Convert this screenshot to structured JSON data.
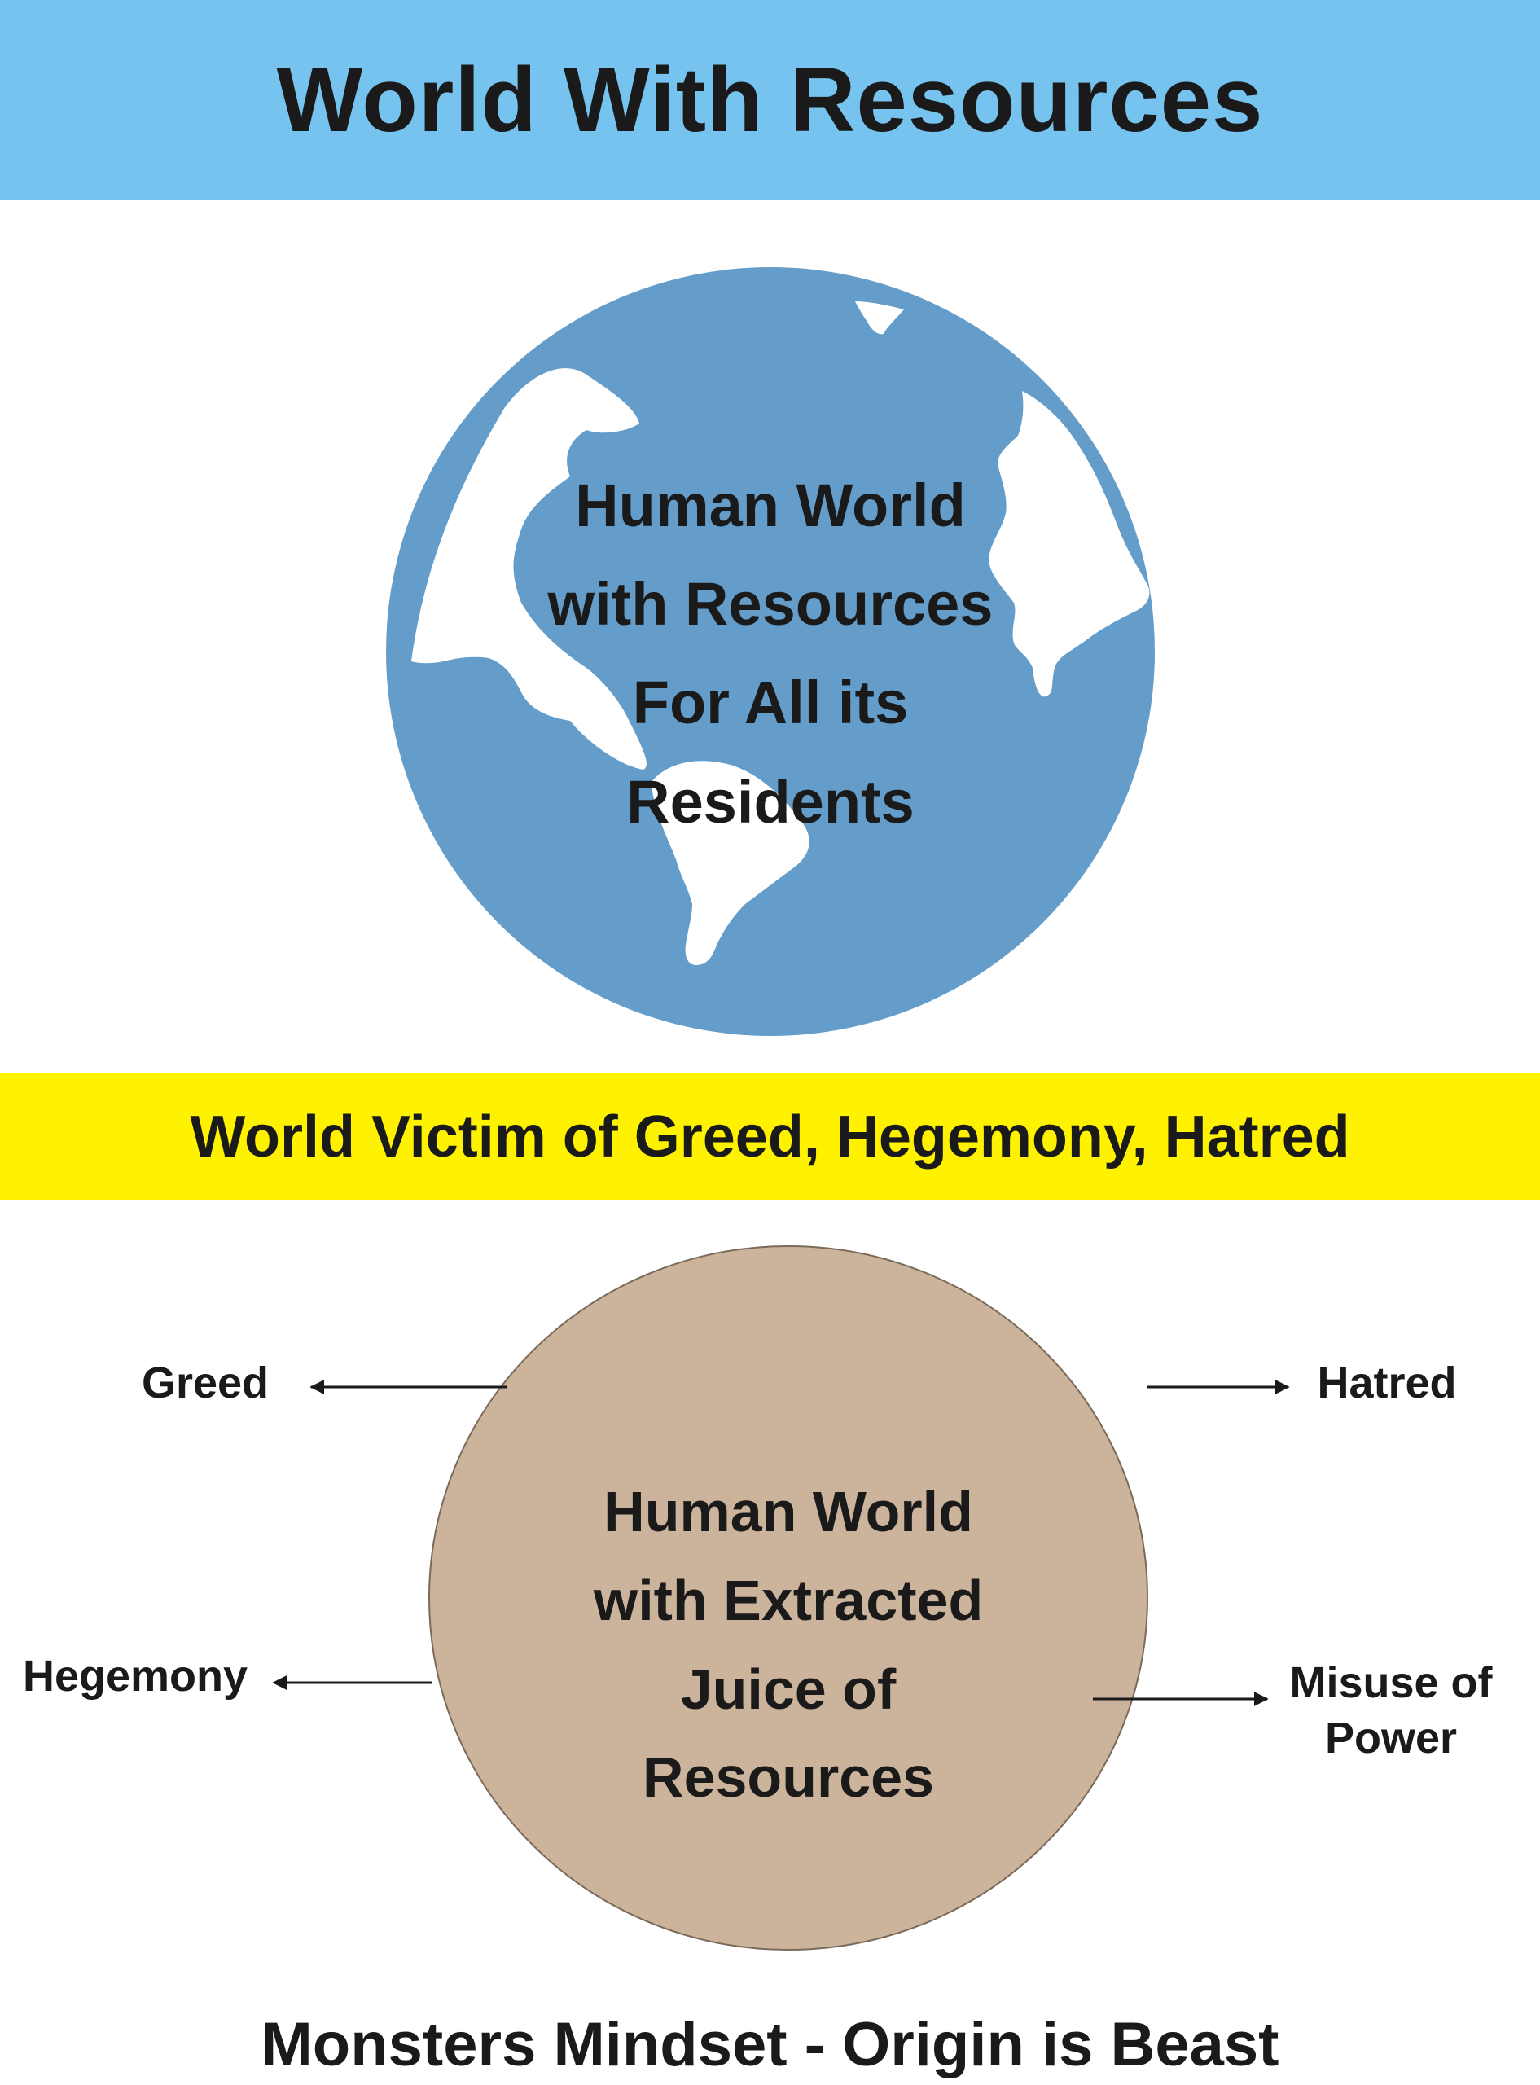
{
  "header": {
    "title": "World With Resources"
  },
  "globe": {
    "lines": [
      "Human World",
      "with Resources",
      "For All its",
      "Residents"
    ],
    "ocean_color": "#649dca",
    "land_color": "#ffffff"
  },
  "middle_banner": {
    "title": "World Victim of Greed, Hegemony, Hatred"
  },
  "depleted_world": {
    "lines": [
      "Human World",
      "with Extracted",
      "Juice of",
      "Resources"
    ],
    "fill_color": "#ccb39b",
    "stroke_color": "#7a6a5a"
  },
  "side_labels": {
    "greed": "Greed",
    "hatred": "Hatred",
    "hegemony": "Hegemony",
    "misuse_line1": "Misuse of",
    "misuse_line2": "Power"
  },
  "footer": {
    "title": "Monsters Mindset - Origin is Beast"
  },
  "colors": {
    "top_banner": "#76c3ef",
    "middle_banner": "#fff200",
    "text": "#1a1a1a"
  }
}
